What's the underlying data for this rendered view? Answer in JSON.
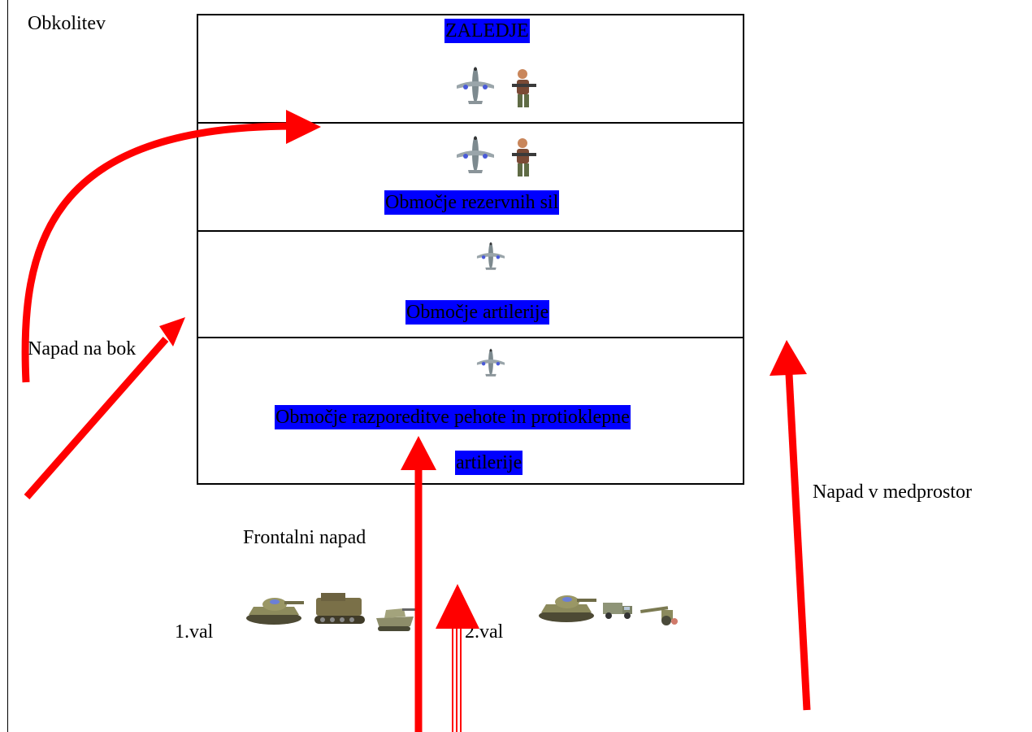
{
  "labels": {
    "encirclement": "Obkolitev",
    "flank_attack": "Napad na bok",
    "gap_attack": "Napad v medprostor",
    "frontal_attack": "Frontalni napad",
    "wave_1": "1.val",
    "wave_2": "2.val"
  },
  "zones": {
    "rear": "ZALEDJE",
    "reserves": "Območje rezervnih sil",
    "artillery": "Območje artilerije",
    "infantry_line1": "Območje razporeditve pehote in protioklepne",
    "infantry_line2": "artilerije"
  },
  "icons": {
    "aircraft": "aircraft-icon",
    "soldier": "soldier-icon",
    "tank": "tank-icon",
    "apc": "armored-carrier-icon",
    "truck": "truck-icon",
    "field_gun": "field-gun-icon"
  },
  "colors": {
    "label_highlight": "#0000ff",
    "arrow": "#ff0000",
    "border": "#000000"
  }
}
